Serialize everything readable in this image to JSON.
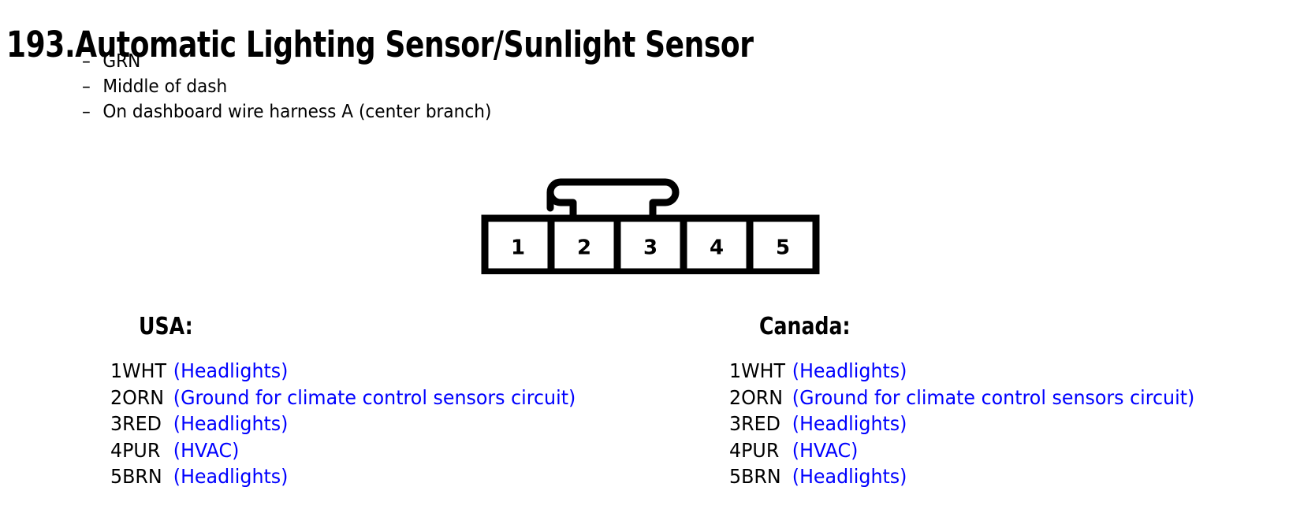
{
  "title": "193.Automatic Lighting Sensor/Sunlight Sensor",
  "bullets": [
    {
      "dash": "–",
      "text": "GRN"
    },
    {
      "dash": "–",
      "text": "Middle of dash"
    },
    {
      "dash": "–",
      "text": "On dashboard wire harness A (center branch)"
    }
  ],
  "connector": {
    "name": "5-pin connector with latch tab",
    "pin_labels": [
      "1",
      "2",
      "3",
      "4",
      "5"
    ],
    "outline_color": "#000000",
    "fill_color": "#ffffff"
  },
  "pinouts": [
    {
      "region_heading": "USA:",
      "pins": [
        {
          "code": "1WHT",
          "desc": "(Headlights)"
        },
        {
          "code": "2ORN",
          "desc": "(Ground for climate control sensors circuit)"
        },
        {
          "code": "3RED",
          "desc": "(Headlights)"
        },
        {
          "code": "4PUR",
          "desc": "(HVAC)"
        },
        {
          "code": "5BRN",
          "desc": "(Headlights)"
        }
      ]
    },
    {
      "region_heading": "Canada:",
      "pins": [
        {
          "code": "1WHT",
          "desc": "(Headlights)"
        },
        {
          "code": "2ORN",
          "desc": "(Ground for climate control sensors circuit)"
        },
        {
          "code": "3RED",
          "desc": "(Headlights)"
        },
        {
          "code": "4PUR",
          "desc": "(HVAC)"
        },
        {
          "code": "5BRN",
          "desc": "(Headlights)"
        }
      ]
    }
  ],
  "colors": {
    "text": "#000000",
    "circuit_description": "#0000ff",
    "background": "#ffffff"
  }
}
